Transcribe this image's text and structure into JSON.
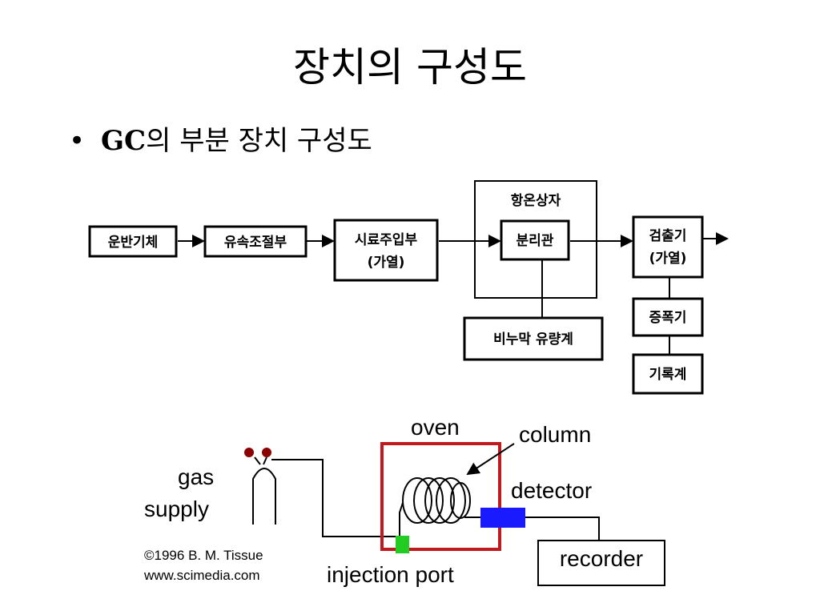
{
  "slide": {
    "title": "장치의 구성도",
    "bullet_marker": "•",
    "bullet_gc": "GC",
    "bullet_rest": "의 부분 장치 구성도"
  },
  "block_diagram": {
    "carrier_gas": "운반기체",
    "flow_control": "유속조절부",
    "sample_injection_line1": "시료주입부",
    "sample_injection_line2": "(가열)",
    "thermostat": "항온상자",
    "column": "분리관",
    "flowmeter": "비누막 유량계",
    "detector_line1": "검출기",
    "detector_line2": "(가열)",
    "amplifier": "증폭기",
    "recorder": "기록계"
  },
  "schematic": {
    "oven": "oven",
    "column": "column",
    "gas_line1": "gas",
    "gas_line2": "supply",
    "detector": "detector",
    "recorder": "recorder",
    "injection_port": "injection port",
    "copyright": "©1996 B. M. Tissue",
    "website": "www.scimedia.com",
    "colors": {
      "oven_border": "#c0191e",
      "injection_port": "#22cc22",
      "detector": "#1a1aff",
      "valve": "#8b0000"
    }
  }
}
